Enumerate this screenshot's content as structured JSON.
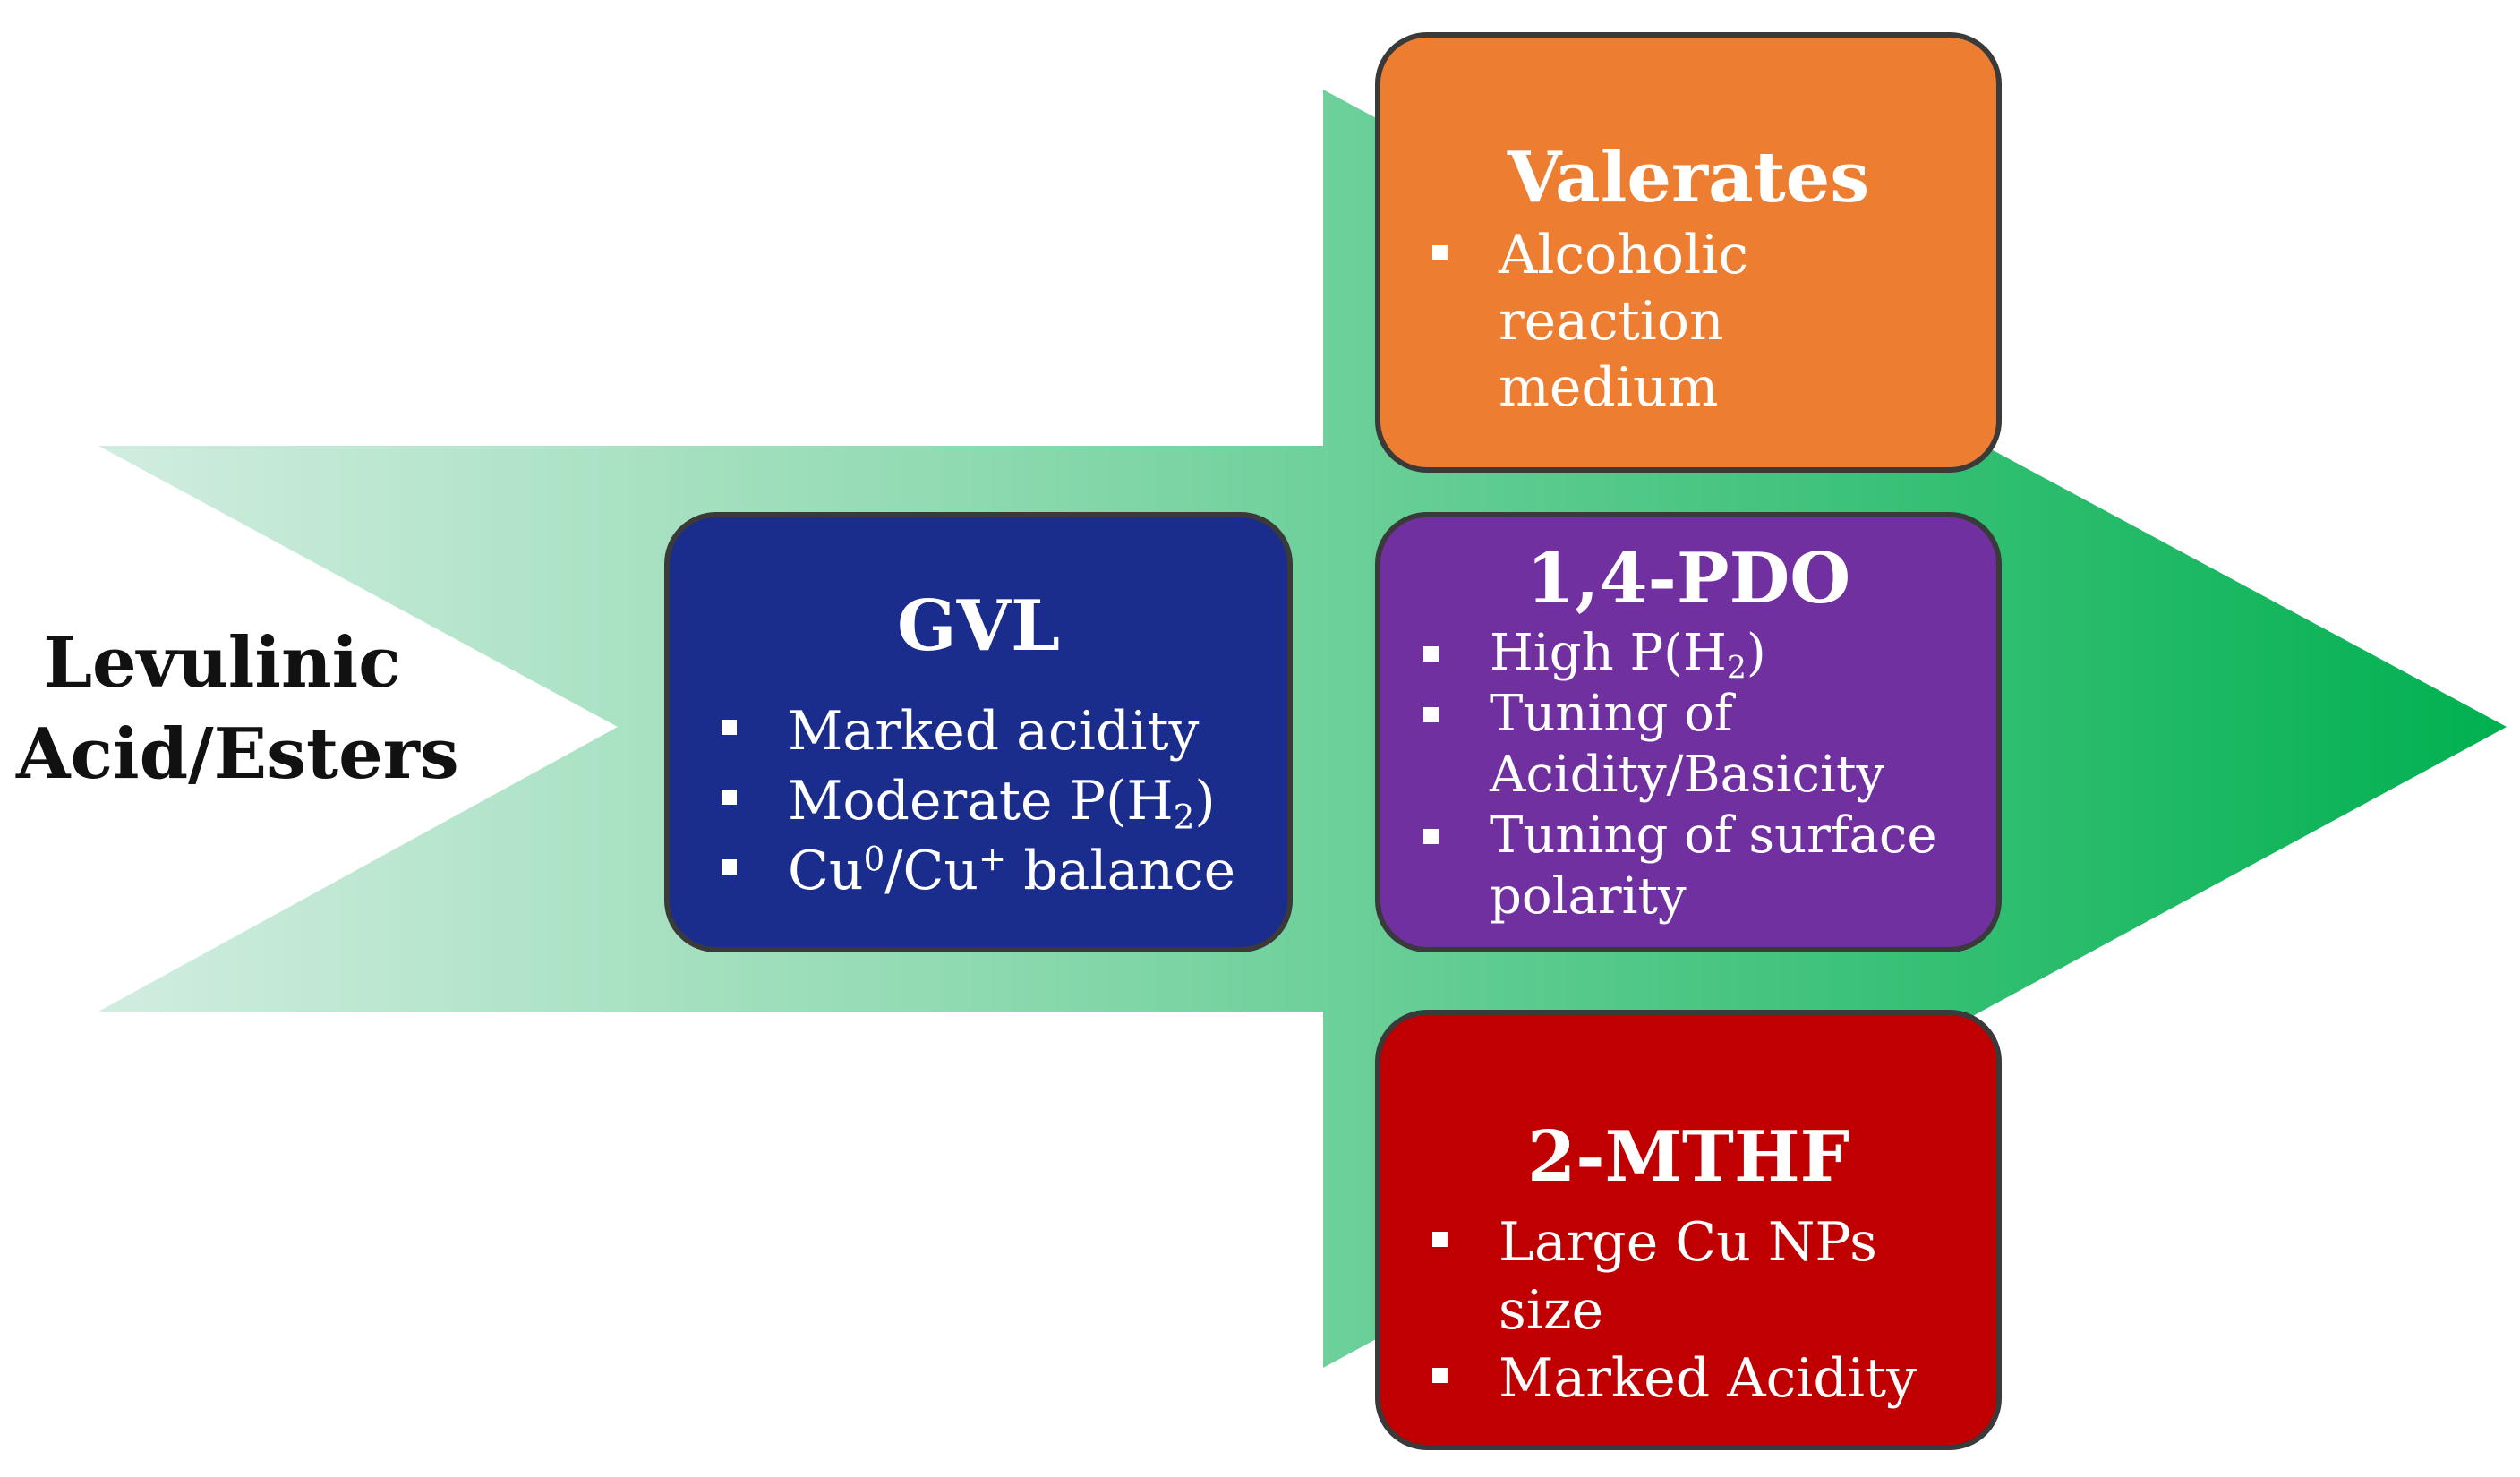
{
  "source": {
    "line1": "Levulinic",
    "line2": "Acid/Esters"
  },
  "colors": {
    "arrow_start": "#d2ede0",
    "arrow_mid": "#8fdab1",
    "arrow_end": "#00b050",
    "gvl": "#1b2d8c",
    "valerates": "#ed7d31",
    "pdo": "#7030a0",
    "mthf": "#c00000",
    "box_border": "#3a3a3a"
  },
  "boxes": {
    "gvl": {
      "title": "GVL",
      "b1": "Marked acidity",
      "b2_pre": "Moderate P(H",
      "b2_sub": "2",
      "b2_post": ")",
      "b3_a": "Cu",
      "b3_sup1": "0",
      "b3_b": "/Cu",
      "b3_sup2": "+",
      "b3_c": " balance"
    },
    "valerates": {
      "title": "Valerates",
      "b1_line1": "Alcoholic reaction",
      "b1_line2": "medium"
    },
    "pdo": {
      "title": "1,4-PDO",
      "b1_pre": "High P(H",
      "b1_sub": "2",
      "b1_post": ")",
      "b2_line1": "Tuning of",
      "b2_line2": "Acidity/Basicity",
      "b3_line1": "Tuning of surface",
      "b3_line2": "polarity"
    },
    "mthf": {
      "title": "2-MTHF",
      "b1": "Large Cu NPs size",
      "b2": "Marked Acidity"
    }
  }
}
